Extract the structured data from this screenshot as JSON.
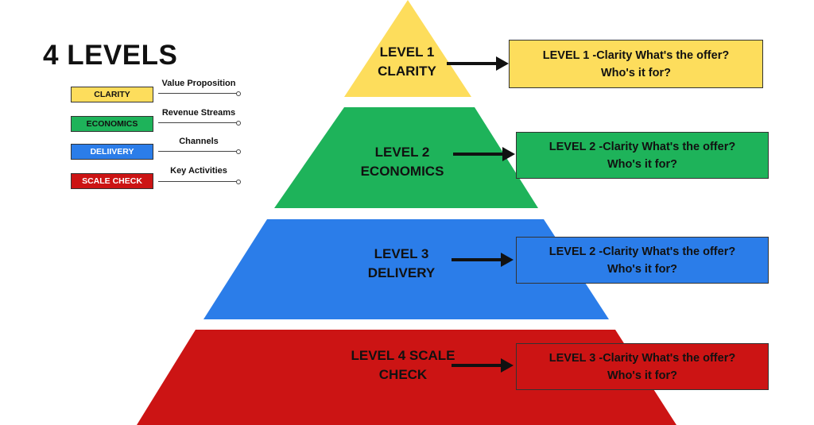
{
  "title": "4 LEVELS",
  "legend": [
    {
      "box": "CLARITY",
      "desc": "Value Proposition",
      "color": "#FDDD5C",
      "text_color": "#111111"
    },
    {
      "box": "ECONOMICS",
      "desc": "Revenue Streams",
      "color": "#1EB35A",
      "text_color": "#111111"
    },
    {
      "box": "DELIIVERY",
      "desc": "Channels",
      "color": "#2B7DE9",
      "text_color": "#ffffff"
    },
    {
      "box": "SCALE CHECK",
      "desc": "Key Activities",
      "color": "#CC1414",
      "text_color": "#ffffff"
    }
  ],
  "levels": [
    {
      "line1": "LEVEL 1",
      "line2": "CLARITY",
      "color": "#FDDD5C",
      "callout": {
        "line1": "LEVEL 1 -Clarity What's the offer?",
        "line2": "Who's it for?"
      }
    },
    {
      "line1": "LEVEL 2",
      "line2": "ECONOMICS",
      "color": "#1EB35A",
      "callout": {
        "line1": "LEVEL 2 -Clarity What's the offer?",
        "line2": "Who's it for?"
      }
    },
    {
      "line1": "LEVEL 3",
      "line2": "DELIVERY",
      "color": "#2B7DE9",
      "callout": {
        "line1": "LEVEL 2 -Clarity What's the offer?",
        "line2": "Who's it for?"
      }
    },
    {
      "line1": "LEVEL 4 SCALE",
      "line2": "CHECK",
      "color": "#CC1414",
      "callout": {
        "line1": "LEVEL 3 -Clarity What's the offer?",
        "line2": "Who's it for?"
      }
    }
  ]
}
